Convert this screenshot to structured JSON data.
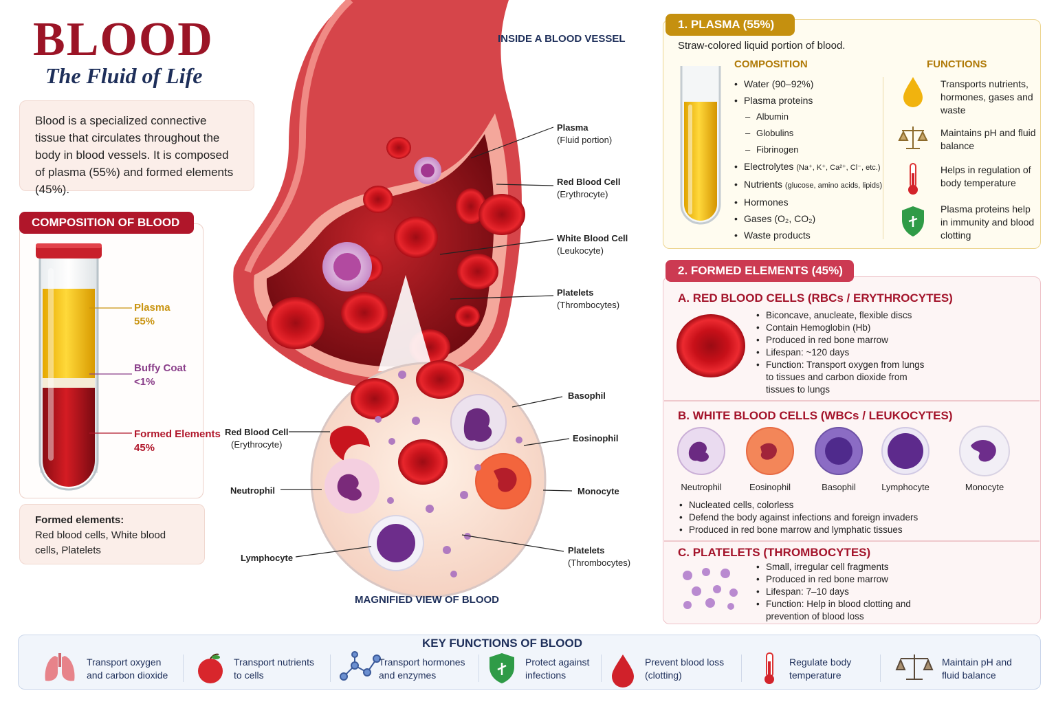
{
  "title": "BLOOD",
  "subtitle": "The Fluid of Life",
  "intro": "Blood is a specialized connective tissue that circulates throughout the body in blood vessels. It is composed of plasma (55%) and formed elements (45%).",
  "composition": {
    "title": "COMPOSITION OF BLOOD",
    "plasma_label": "Plasma",
    "plasma_value": "55%",
    "buffy_label": "Buffy Coat",
    "buffy_value": "<1%",
    "formed_label": "Formed Elements",
    "formed_value": "45%",
    "formed_box_title": "Formed elements:",
    "formed_box_text": "Red blood cells, White blood cells, Platelets"
  },
  "vessel": {
    "title": "INSIDE A BLOOD VESSEL",
    "labels": [
      {
        "name": "Plasma",
        "sub": "(Fluid portion)"
      },
      {
        "name": "Red Blood Cell",
        "sub": "(Erythrocyte)"
      },
      {
        "name": "White Blood Cell",
        "sub": "(Leukocyte)"
      },
      {
        "name": "Platelets",
        "sub": "(Thrombocytes)"
      }
    ]
  },
  "magnified": {
    "title": "MAGNIFIED VIEW OF BLOOD",
    "rbc": {
      "name": "Red Blood Cell",
      "sub": "(Erythrocyte)"
    },
    "neutrophil": "Neutrophil",
    "lymphocyte": "Lymphocyte",
    "basophil": "Basophil",
    "eosinophil": "Eosinophil",
    "monocyte": "Monocyte",
    "platelets": {
      "name": "Platelets",
      "sub": "(Thrombocytes)"
    }
  },
  "plasma": {
    "title": "1. PLASMA (55%)",
    "desc": "Straw-colored liquid portion of blood.",
    "composition_head": "COMPOSITION",
    "functions_head": "FUNCTIONS",
    "water": "Water (90–92%)",
    "proteins": "Plasma proteins",
    "albumin": "Albumin",
    "globulins": "Globulins",
    "fibrinogen": "Fibrinogen",
    "electrolytes": "Electrolytes",
    "electrolytes_detail": "(Na⁺, K⁺, Ca²⁺, Cl⁻, etc.)",
    "nutrients": "Nutrients",
    "nutrients_detail": "(glucose, amino acids, lipids)",
    "hormones": "Hormones",
    "gases": "Gases (O₂, CO₂)",
    "waste": "Waste products",
    "functions": [
      "Transports nutrients, hormones, gases and waste",
      "Maintains pH and fluid balance",
      "Helps in regulation of body temperature",
      "Plasma proteins help in immunity and blood clotting"
    ]
  },
  "formed": {
    "title": "2. FORMED ELEMENTS (45%)",
    "rbc_head": "A. RED BLOOD CELLS (RBCs / ERYTHROCYTES)",
    "rbc_points": [
      "Biconcave, anucleate, flexible discs",
      "Contain Hemoglobin (Hb)",
      "Produced in red bone marrow",
      "Lifespan: ~120 days",
      "Function: Transport oxygen from lungs to tissues and carbon dioxide from tissues to lungs"
    ],
    "wbc_head": "B. WHITE BLOOD CELLS (WBCs / LEUKOCYTES)",
    "wbc_types": [
      "Neutrophil",
      "Eosinophil",
      "Basophil",
      "Lymphocyte",
      "Monocyte"
    ],
    "wbc_points": [
      "Nucleated cells, colorless",
      "Defend the body against infections and foreign invaders",
      "Produced in red bone marrow and lymphatic tissues"
    ],
    "plt_head": "C. PLATELETS (THROMBOCYTES)",
    "plt_points": [
      "Small, irregular cell fragments",
      "Produced in red bone marrow",
      "Lifespan: 7–10 days",
      "Function: Help in blood clotting and prevention of blood loss"
    ]
  },
  "key": {
    "title": "KEY FUNCTIONS OF BLOOD",
    "items": [
      "Transport oxygen and carbon dioxide",
      "Transport nutrients to cells",
      "Transport hormones and enzymes",
      "Protect against infections",
      "Prevent blood loss (clotting)",
      "Regulate body temperature",
      "Maintain pH and fluid balance"
    ]
  },
  "colors": {
    "brand_red": "#9b1426",
    "navy": "#1e2f5a",
    "gold": "#c5900f",
    "plasma_yellow": "#f2c21b",
    "blood_red": "#c0121f"
  }
}
